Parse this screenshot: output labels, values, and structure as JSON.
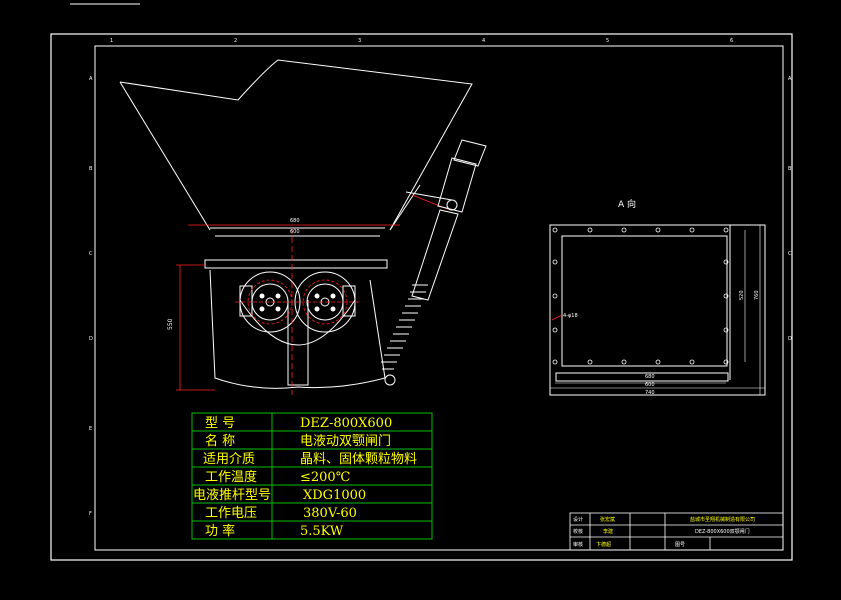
{
  "view_label": "A 向",
  "dimensions": {
    "left_height": "550",
    "top_overall": "680",
    "top_inner": "600",
    "right_width": "680",
    "right_bottom_inner": "600",
    "right_bottom_outer": "740",
    "right_side_a": "520",
    "right_side_b": "760",
    "callout": "4-φ18"
  },
  "specs": [
    {
      "label": "型    号",
      "value": "DEZ-800X600"
    },
    {
      "label": "名    称",
      "value": "电液动双颚闸门"
    },
    {
      "label": "适用介质",
      "value": "晶料、固体颗粒物料"
    },
    {
      "label": "工作温度",
      "value": "≤200℃"
    },
    {
      "label": "电液推杆型号",
      "value": "XDG1000"
    },
    {
      "label": "工作电压",
      "value": "380V-60"
    },
    {
      "label": "功    率",
      "value": "5.5KW"
    }
  ],
  "title_block": {
    "r1c1": "设计",
    "r1c2": "张宏斌",
    "r1c3": "盐城市圣翔机械制造有限公司",
    "r2c1": "校核",
    "r2c2": "李建",
    "r2c3": "DEZ-800X600双颚闸门",
    "r3c1": "审核",
    "r3c2": "卞德超",
    "r3c3": "图号"
  },
  "border_numbers": [
    "1",
    "2",
    "3",
    "4",
    "5",
    "6"
  ],
  "border_letters": [
    "A",
    "B",
    "C",
    "D",
    "E",
    "F"
  ]
}
